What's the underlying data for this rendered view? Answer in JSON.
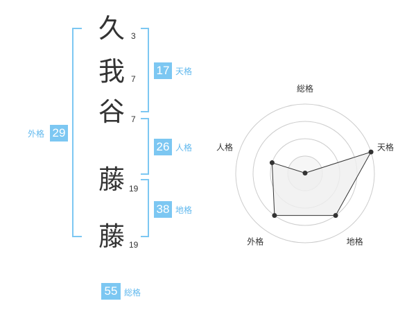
{
  "name": {
    "chars": [
      {
        "char": "久",
        "strokes": "3"
      },
      {
        "char": "我",
        "strokes": "7"
      },
      {
        "char": "谷",
        "strokes": "7"
      },
      {
        "char": "藤",
        "strokes": "19"
      },
      {
        "char": "藤",
        "strokes": "19"
      }
    ]
  },
  "fortune": {
    "tenkaku": {
      "value": "17",
      "label": "天格"
    },
    "jinkaku": {
      "value": "26",
      "label": "人格"
    },
    "chikaku": {
      "value": "38",
      "label": "地格"
    },
    "gaikaku": {
      "value": "29",
      "label": "外格"
    },
    "soukaku": {
      "value": "55",
      "label": "総格"
    }
  },
  "chart_data": {
    "type": "radar",
    "axes": [
      "総格",
      "天格",
      "地格",
      "外格",
      "人格"
    ],
    "levels": 4,
    "max": 4,
    "values": [
      0,
      4,
      3,
      3,
      2
    ],
    "colors": {
      "fill": "#efefef",
      "stroke": "#333333",
      "ring": "#cccccc",
      "point": "#333333"
    }
  }
}
